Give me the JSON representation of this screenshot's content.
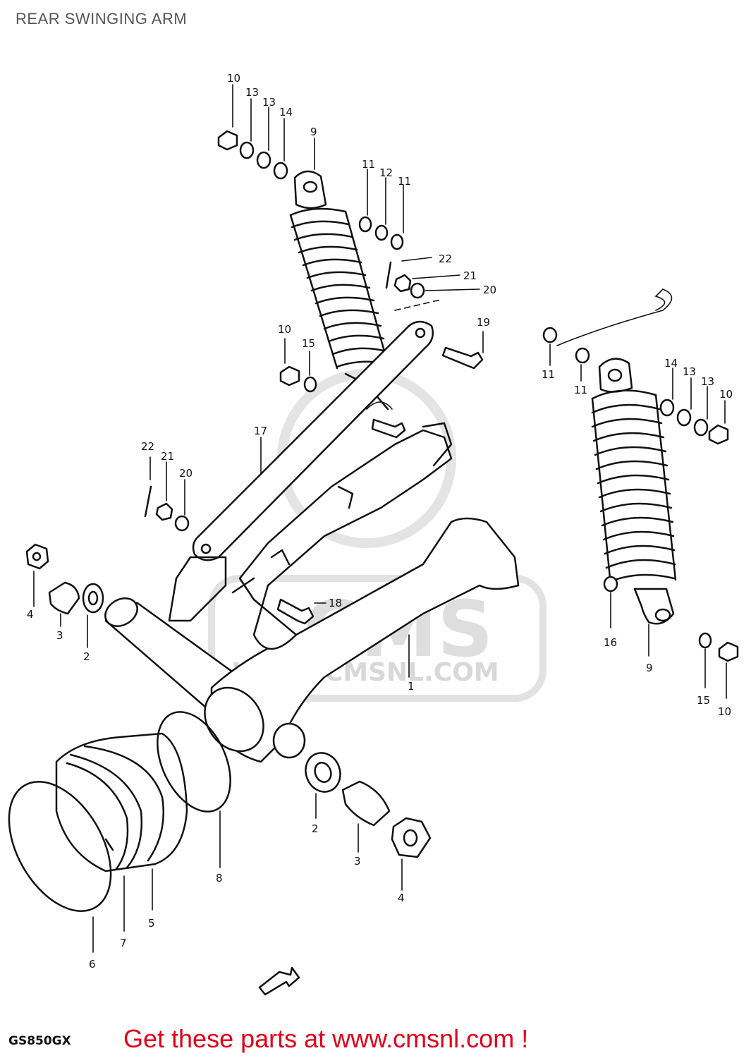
{
  "page": {
    "title": "REAR SWINGING ARM",
    "model_code": "GS850GX",
    "cta_text": "Get these parts at www.cmsnl.com !"
  },
  "watermark": {
    "logo_text": "CMS",
    "url_text": "WWW.CMSNL.COM"
  },
  "callouts": [
    {
      "id": "c1",
      "label": "10"
    },
    {
      "id": "c2",
      "label": "13"
    },
    {
      "id": "c3",
      "label": "13"
    },
    {
      "id": "c4",
      "label": "14"
    },
    {
      "id": "c5",
      "label": "9"
    },
    {
      "id": "c6",
      "label": "11"
    },
    {
      "id": "c7",
      "label": "12"
    },
    {
      "id": "c8",
      "label": "11"
    },
    {
      "id": "c9",
      "label": "22"
    },
    {
      "id": "c10",
      "label": "21"
    },
    {
      "id": "c11",
      "label": "20"
    },
    {
      "id": "c12",
      "label": "19"
    },
    {
      "id": "c13",
      "label": "10"
    },
    {
      "id": "c14",
      "label": "15"
    },
    {
      "id": "c15",
      "label": "17"
    },
    {
      "id": "c16",
      "label": "22"
    },
    {
      "id": "c17",
      "label": "21"
    },
    {
      "id": "c18",
      "label": "20"
    },
    {
      "id": "c19",
      "label": "4"
    },
    {
      "id": "c20",
      "label": "3"
    },
    {
      "id": "c21",
      "label": "2"
    },
    {
      "id": "c22",
      "label": "18"
    },
    {
      "id": "c23",
      "label": "1"
    },
    {
      "id": "c24",
      "label": "11"
    },
    {
      "id": "c25",
      "label": "11"
    },
    {
      "id": "c26",
      "label": "14"
    },
    {
      "id": "c27",
      "label": "13"
    },
    {
      "id": "c28",
      "label": "13"
    },
    {
      "id": "c29",
      "label": "10"
    },
    {
      "id": "c30",
      "label": "16"
    },
    {
      "id": "c31",
      "label": "9"
    },
    {
      "id": "c32",
      "label": "15"
    },
    {
      "id": "c33",
      "label": "10"
    },
    {
      "id": "c34",
      "label": "2"
    },
    {
      "id": "c35",
      "label": "3"
    },
    {
      "id": "c36",
      "label": "4"
    },
    {
      "id": "c37",
      "label": "8"
    },
    {
      "id": "c38",
      "label": "5"
    },
    {
      "id": "c39",
      "label": "7"
    },
    {
      "id": "c40",
      "label": "6"
    }
  ]
}
